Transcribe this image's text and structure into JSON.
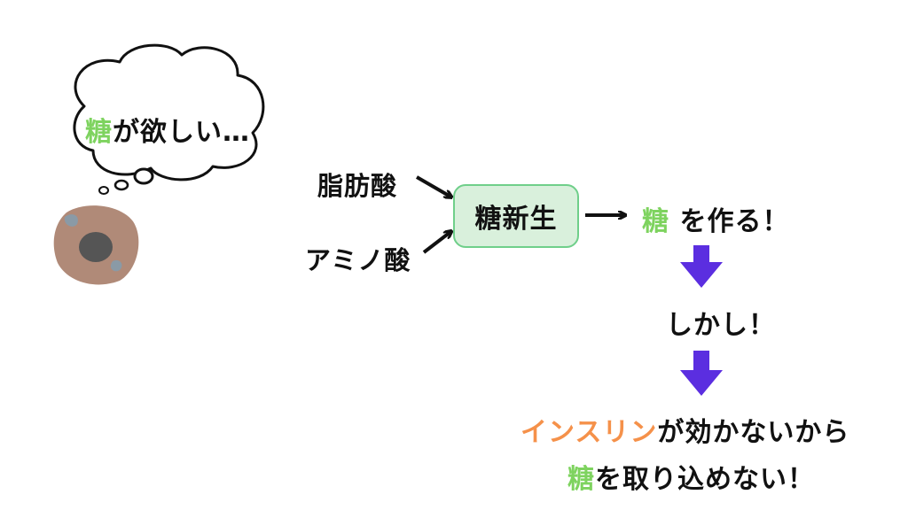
{
  "thought": {
    "highlight": "糖",
    "rest": "が欲しい…"
  },
  "inputs": {
    "fat": "脂肪酸",
    "amino": "アミノ酸"
  },
  "process": {
    "label": "糖新生"
  },
  "produce": {
    "highlight": "糖",
    "rest": " を作る！"
  },
  "however": "しかし！",
  "result": {
    "line1_highlight": "インスリン",
    "line1_rest": "が効かないから",
    "line2_highlight": "糖",
    "line2_rest": "を取り込めない！"
  },
  "colors": {
    "sugar": "#7ed35f",
    "insulin": "#f5914a",
    "down_arrow": "#5b2ee0",
    "box_fill": "#d9f0dc",
    "box_border": "#6fcf8a",
    "cell_body": "#b08a78",
    "cell_nucleus": "#555555",
    "cell_spots": "#8a9aa6"
  }
}
